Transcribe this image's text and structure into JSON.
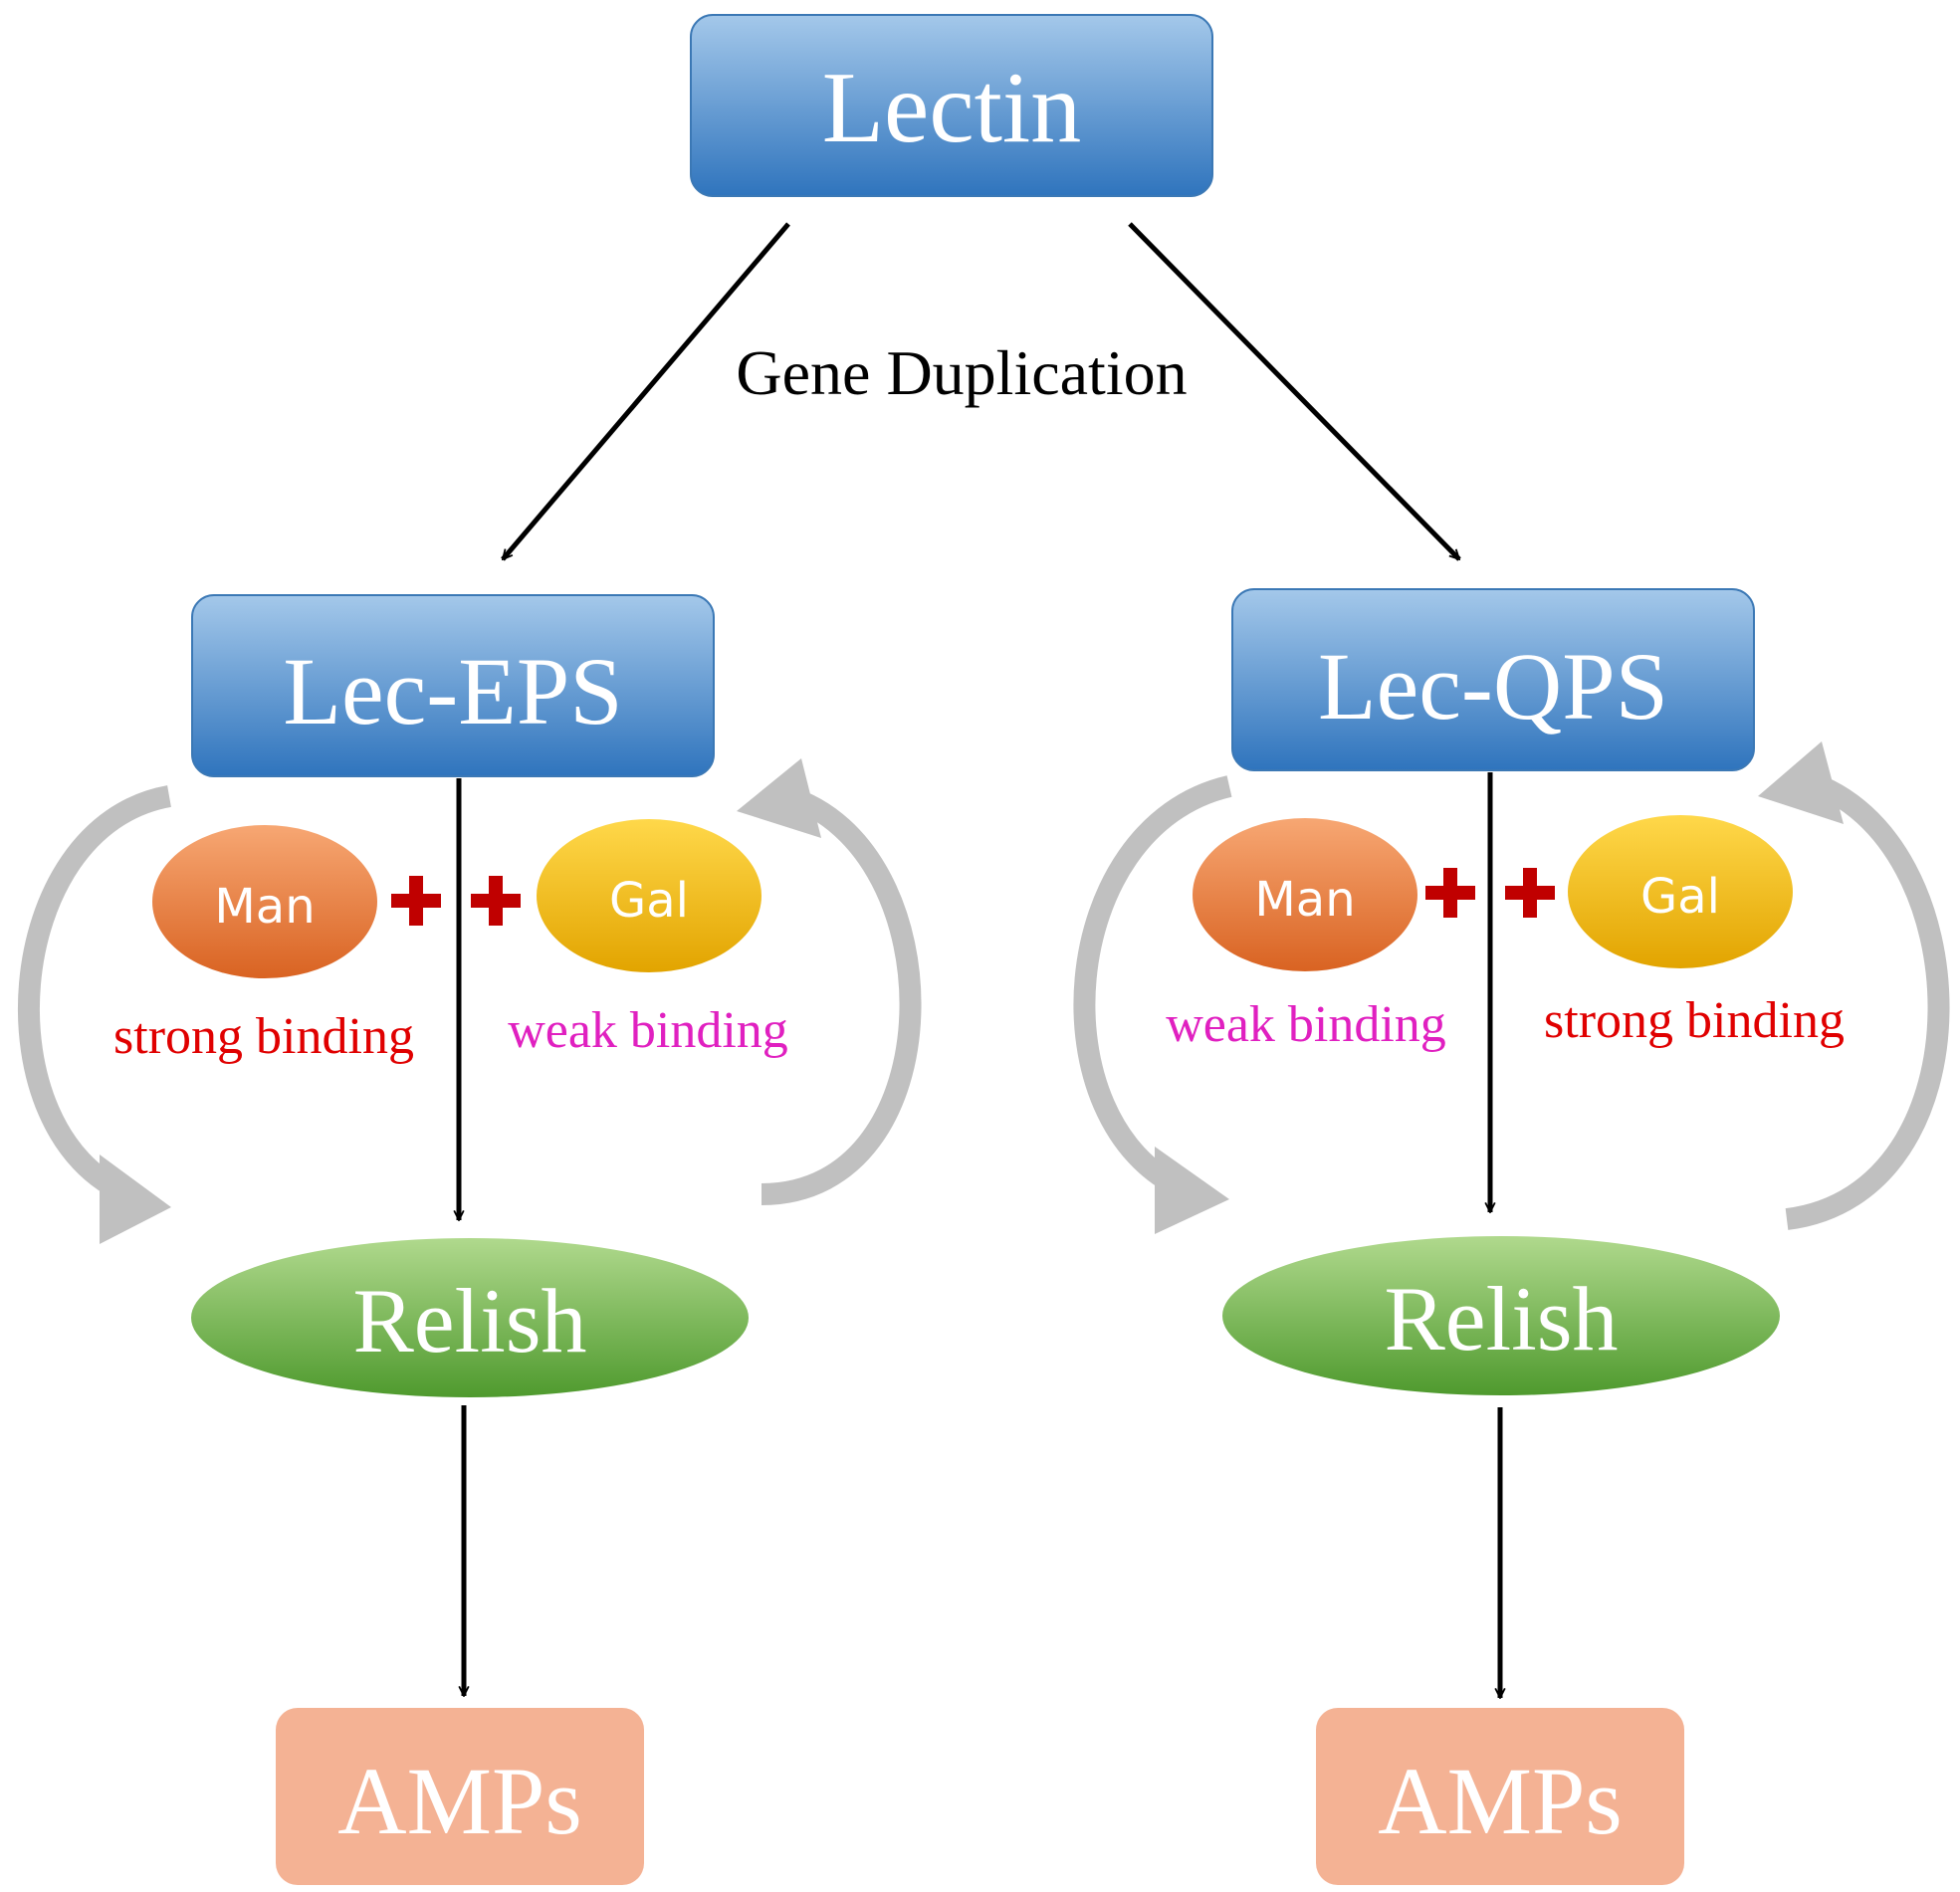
{
  "top": {
    "title": "Lectin"
  },
  "process_label": "Gene Duplication",
  "left": {
    "protein": "Lec-EPS",
    "sugar_a": "Man",
    "sugar_b": "Gal",
    "binding_a": "strong binding",
    "binding_b": "weak binding",
    "factor": "Relish",
    "output": "AMPs"
  },
  "right": {
    "protein": "Lec-QPS",
    "sugar_a": "Man",
    "sugar_b": "Gal",
    "binding_a": "weak binding",
    "binding_b": "strong binding",
    "factor": "Relish",
    "output": "AMPs"
  },
  "colors": {
    "box_blue_top": "#9dc3e6",
    "box_blue_bottom": "#2e75b6",
    "relish_green_top": "#a9d18e",
    "relish_green_bottom": "#548235",
    "man_orange": "#e06d2b",
    "gal_yellow": "#f0b000",
    "amps_salmon": "#f4b183",
    "plus_red": "#c00000",
    "strong_red": "#e00000",
    "weak_magenta": "#e020c0",
    "curve_gray": "#bfbfbf"
  }
}
